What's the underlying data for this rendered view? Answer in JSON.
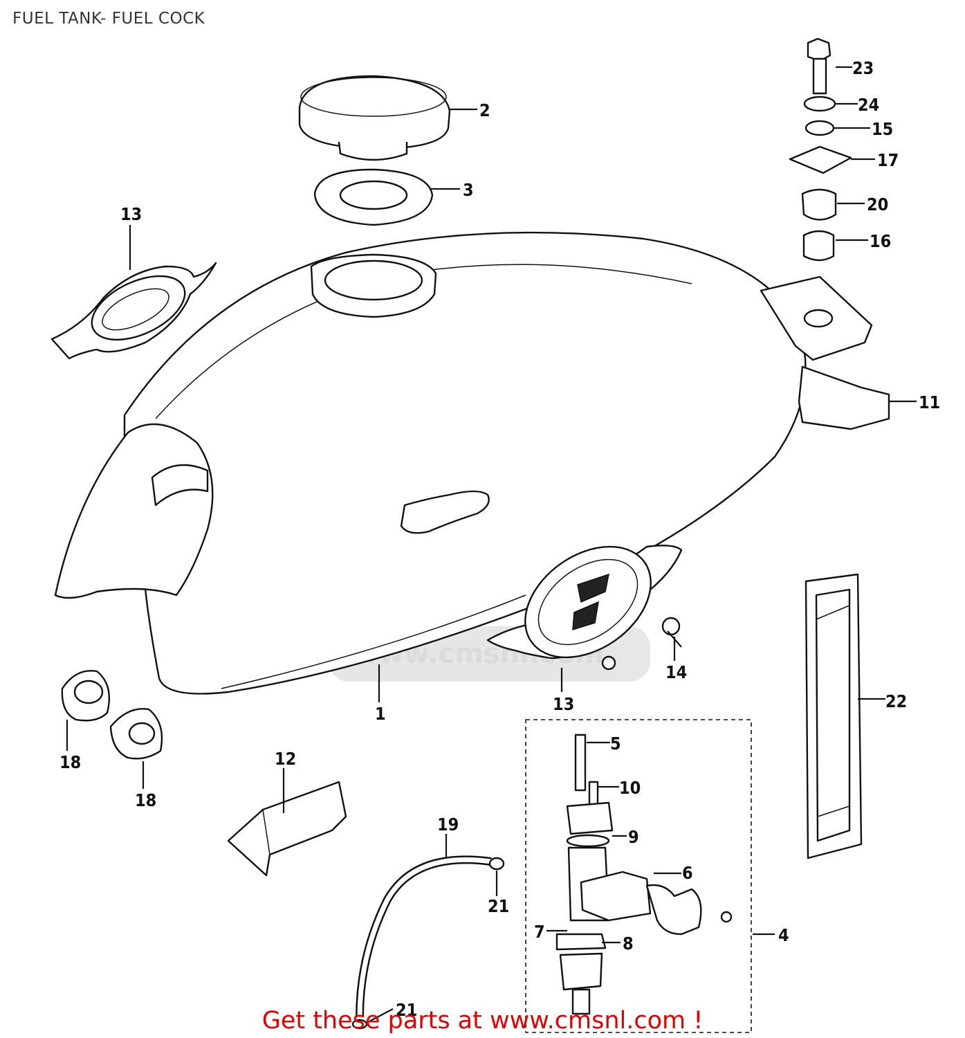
{
  "title": "FUEL TANK- FUEL COCK",
  "footer": "Get these parts at www.cmsnl.com !",
  "watermark": {
    "text": "www.cmsnl.com",
    "color": "#d8d8d8"
  },
  "callouts": {
    "c1": "1",
    "c2": "2",
    "c3": "3",
    "c4": "4",
    "c5": "5",
    "c6": "6",
    "c7": "7",
    "c8": "8",
    "c9": "9",
    "c10": "10",
    "c11": "11",
    "c12": "12",
    "c13a": "13",
    "c13b": "13",
    "c14": "14",
    "c15": "15",
    "c16": "16",
    "c17": "17",
    "c18a": "18",
    "c18b": "18",
    "c19": "19",
    "c20": "20",
    "c21a": "21",
    "c21b": "21",
    "c22": "22",
    "c23": "23",
    "c24": "24"
  },
  "colors": {
    "footer": "#e00000",
    "line": "#111111",
    "watermark": "#d8d8d8"
  }
}
